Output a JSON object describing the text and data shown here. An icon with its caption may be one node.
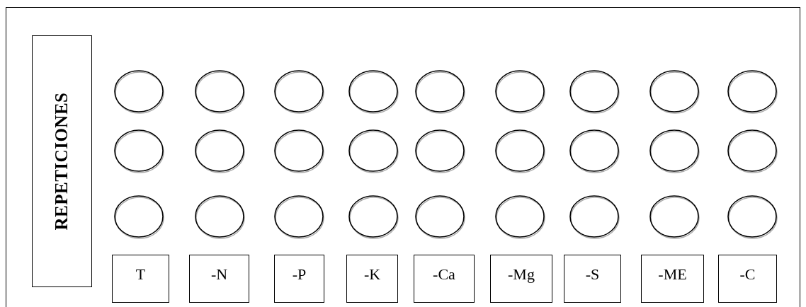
{
  "diagram": {
    "nodes": [
      {
        "text": [
          "REPETICIONES"
        ]
      },
      {
        "text": [],
        "shape": "circle"
      },
      {
        "text": [],
        "shape": "circle"
      },
      {
        "text": [],
        "shape": "circle"
      },
      {
        "text": [],
        "shape": "circle"
      },
      {
        "text": [],
        "shape": "circle"
      },
      {
        "text": [],
        "shape": "circle"
      },
      {
        "text": [],
        "shape": "circle"
      },
      {
        "text": [],
        "shape": "circle"
      },
      {
        "text": [],
        "shape": "circle"
      },
      {
        "text": [],
        "shape": "circle"
      },
      {
        "text": [],
        "shape": "circle"
      },
      {
        "text": [],
        "shape": "circle"
      },
      {
        "text": [],
        "shape": "circle"
      },
      {
        "text": [],
        "shape": "circle"
      },
      {
        "text": [],
        "shape": "circle"
      },
      {
        "text": [],
        "shape": "circle"
      },
      {
        "text": [],
        "shape": "circle"
      },
      {
        "text": [],
        "shape": "circle"
      },
      {
        "text": [],
        "shape": "circle"
      },
      {
        "text": [],
        "shape": "circle"
      },
      {
        "text": [],
        "shape": "circle"
      },
      {
        "text": [],
        "shape": "circle"
      },
      {
        "text": [],
        "shape": "circle"
      },
      {
        "text": [],
        "shape": "circle"
      },
      {
        "text": [],
        "shape": "circle"
      },
      {
        "text": [],
        "shape": "circle"
      },
      {
        "text": [],
        "shape": "circle"
      },
      {
        "text": [
          "T"
        ]
      },
      {
        "text": [
          "-N"
        ]
      },
      {
        "text": [
          "-P"
        ]
      },
      {
        "text": [
          "-K"
        ]
      },
      {
        "text": [
          "-Ca"
        ]
      },
      {
        "text": [
          "-Mg"
        ]
      },
      {
        "text": [
          "-S"
        ]
      },
      {
        "text": [
          "-ME"
        ]
      },
      {
        "text": [
          "-C"
        ]
      }
    ]
  }
}
